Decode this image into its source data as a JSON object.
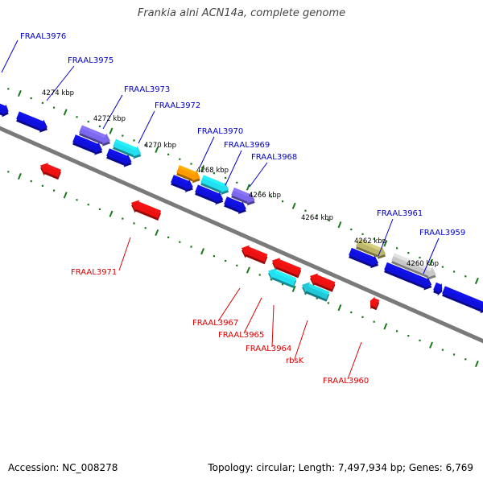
{
  "title": "Frankia alni ACN14a, complete genome",
  "colors": {
    "backbone": "#7a7a7a",
    "tick": "#1a7a1a",
    "label_forward": "#0000cc",
    "label_reverse": "#dd0000"
  },
  "scale_labels": [
    {
      "text": "4274 kbp",
      "kbp": 4274
    },
    {
      "text": "4272 kbp",
      "kbp": 4272
    },
    {
      "text": "4270 kbp",
      "kbp": 4270
    },
    {
      "text": "4268 kbp",
      "kbp": 4268
    },
    {
      "text": "4266 kbp",
      "kbp": 4266
    },
    {
      "text": "4264 kbp",
      "kbp": 4264
    },
    {
      "text": "4262 kbp",
      "kbp": 4262
    },
    {
      "text": "4260 kbp",
      "kbp": 4260
    }
  ],
  "forward_labels": [
    {
      "text": "FRAAL3976",
      "name": "label-fraal3976"
    },
    {
      "text": "FRAAL3975",
      "name": "label-fraal3975"
    },
    {
      "text": "FRAAL3973",
      "name": "label-fraal3973"
    },
    {
      "text": "FRAAL3972",
      "name": "label-fraal3972"
    },
    {
      "text": "FRAAL3970",
      "name": "label-fraal3970"
    },
    {
      "text": "FRAAL3969",
      "name": "label-fraal3969"
    },
    {
      "text": "FRAAL3968",
      "name": "label-fraal3968"
    },
    {
      "text": "FRAAL3961",
      "name": "label-fraal3961"
    },
    {
      "text": "FRAAL3959",
      "name": "label-fraal3959"
    }
  ],
  "reverse_labels": [
    {
      "text": "FRAAL3971",
      "name": "label-fraal3971"
    },
    {
      "text": "FRAAL3967",
      "name": "label-fraal3967"
    },
    {
      "text": "FRAAL3965",
      "name": "label-fraal3965"
    },
    {
      "text": "FRAAL3964",
      "name": "label-fraal3964"
    },
    {
      "text": "rbsK",
      "name": "label-rbsk"
    },
    {
      "text": "FRAAL3960",
      "name": "label-fraal3960"
    }
  ],
  "genes": [
    {
      "name": "gene-fwd-a1",
      "strand": "+",
      "row": 1,
      "color": "#1010dd"
    },
    {
      "name": "gene-fwd-a2",
      "strand": "+",
      "row": 1,
      "color": "#1010dd"
    },
    {
      "name": "gene-fwd-b1",
      "strand": "+",
      "row": 1,
      "color": "#1010dd"
    },
    {
      "name": "gene-fwd-b2",
      "strand": "+",
      "row": 1,
      "color": "#1010dd"
    },
    {
      "name": "gene-fwd-c1",
      "strand": "+",
      "row": 2,
      "color": "#7b68ee"
    },
    {
      "name": "gene-fwd-c2",
      "strand": "+",
      "row": 2,
      "color": "#22e0f0"
    },
    {
      "name": "gene-fwd-d1",
      "strand": "+",
      "row": 1,
      "color": "#1010dd"
    },
    {
      "name": "gene-fwd-d2",
      "strand": "+",
      "row": 1,
      "color": "#1010dd"
    },
    {
      "name": "gene-fwd-d3",
      "strand": "+",
      "row": 1,
      "color": "#1010dd"
    },
    {
      "name": "gene-fwd-e1",
      "strand": "+",
      "row": 2,
      "color": "#ff9900"
    },
    {
      "name": "gene-fwd-e2",
      "strand": "+",
      "row": 2,
      "color": "#22e0f0"
    },
    {
      "name": "gene-fwd-e3",
      "strand": "+",
      "row": 2,
      "color": "#7b68ee"
    },
    {
      "name": "gene-fwd-f1",
      "strand": "+",
      "row": 1,
      "color": "#1010dd"
    },
    {
      "name": "gene-fwd-f2",
      "strand": "+",
      "row": 2,
      "color": "#bdb76b"
    },
    {
      "name": "gene-fwd-f3",
      "strand": "+",
      "row": 2,
      "color": "#c8c8c8"
    },
    {
      "name": "gene-fwd-g1",
      "strand": "+",
      "row": 1,
      "color": "#1010dd"
    },
    {
      "name": "gene-fwd-g2",
      "strand": "+",
      "row": 1,
      "color": "#1010dd"
    },
    {
      "name": "gene-fwd-g3",
      "strand": "+",
      "row": 1,
      "color": "#1010dd"
    },
    {
      "name": "gene-rev-a1",
      "strand": "-",
      "row": 1,
      "color": "#ee1111"
    },
    {
      "name": "gene-rev-a2",
      "strand": "-",
      "row": 1,
      "color": "#ee1111"
    },
    {
      "name": "gene-rev-b1",
      "strand": "-",
      "row": 1,
      "color": "#ee1111"
    },
    {
      "name": "gene-rev-b2",
      "strand": "-",
      "row": 1,
      "color": "#ee1111"
    },
    {
      "name": "gene-rev-b3",
      "strand": "-",
      "row": 1,
      "color": "#ee1111"
    },
    {
      "name": "gene-rev-b4",
      "strand": "-",
      "row": 1,
      "color": "#ee1111"
    },
    {
      "name": "gene-rev-c1",
      "strand": "-",
      "row": 2,
      "color": "#22e0f0"
    },
    {
      "name": "gene-rev-c2",
      "strand": "-",
      "row": 2,
      "color": "#22c8d8"
    },
    {
      "name": "gene-rev-d1",
      "strand": "-",
      "row": 1,
      "color": "#ee1111"
    }
  ],
  "footer": {
    "accession": "Accession: NC_008278",
    "summary": "Topology: circular; Length: 7,497,934 bp; Genes: 6,769"
  }
}
